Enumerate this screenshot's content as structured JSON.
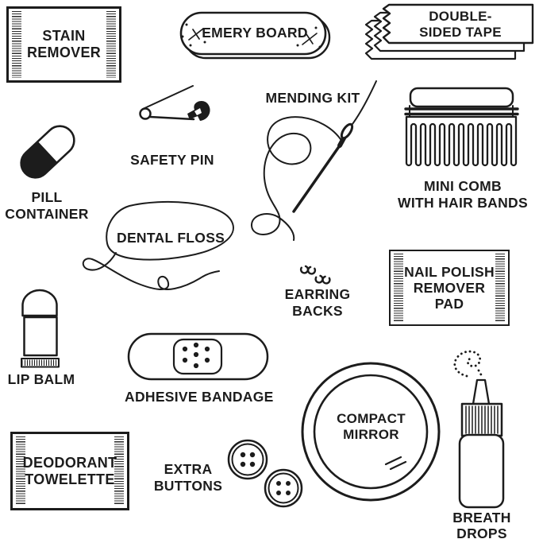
{
  "colors": {
    "ink": "#1c1c1c",
    "background": "#ffffff"
  },
  "items": {
    "stain_remover": {
      "lines": [
        "STAIN",
        "REMOVER"
      ]
    },
    "emery_board": {
      "lines": [
        "EMERY BOARD"
      ]
    },
    "double_sided_tape": {
      "lines": [
        "DOUBLE-",
        "SIDED TAPE"
      ]
    },
    "safety_pin": {
      "lines": [
        "SAFETY PIN"
      ]
    },
    "mending_kit": {
      "lines": [
        "MENDING KIT"
      ]
    },
    "mini_comb": {
      "lines": [
        "MINI COMB",
        "WITH HAIR BANDS"
      ]
    },
    "pill_container": {
      "lines": [
        "PILL",
        "CONTAINER"
      ]
    },
    "dental_floss": {
      "lines": [
        "DENTAL FLOSS"
      ]
    },
    "earring_backs": {
      "lines": [
        "EARRING",
        "BACKS"
      ]
    },
    "nail_polish_remover_pad": {
      "lines": [
        "NAIL POLISH",
        "REMOVER",
        "PAD"
      ]
    },
    "lip_balm": {
      "lines": [
        "LIP BALM"
      ]
    },
    "adhesive_bandage": {
      "lines": [
        "ADHESIVE BANDAGE"
      ]
    },
    "compact_mirror": {
      "lines": [
        "COMPACT",
        "MIRROR"
      ]
    },
    "breath_drops": {
      "lines": [
        "BREATH",
        "DROPS"
      ]
    },
    "deodorant_towelette": {
      "lines": [
        "DEODORANT",
        "TOWELETTE"
      ]
    },
    "extra_buttons": {
      "lines": [
        "EXTRA",
        "BUTTONS"
      ]
    }
  }
}
